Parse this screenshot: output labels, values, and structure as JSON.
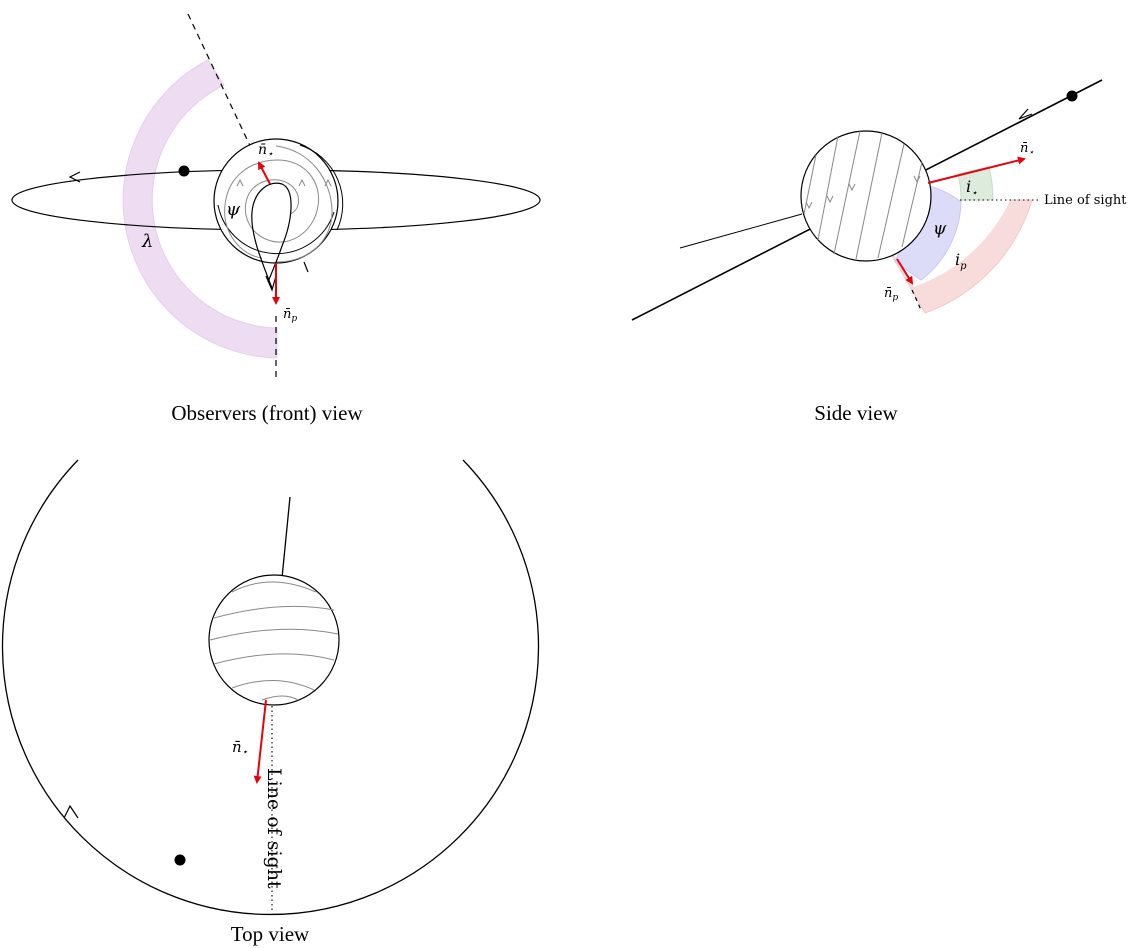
{
  "captions": {
    "front": "Observers (front) view",
    "side": "Side view",
    "top": "Top view"
  },
  "labels": {
    "n_star": "n̄",
    "n_star_sub": "⋆",
    "n_p": "n̄",
    "n_p_sub": "p",
    "psi": "ψ",
    "lambda": "λ",
    "i_star": "i",
    "i_star_sub": "⋆",
    "i_p": "i",
    "i_p_sub": "p",
    "line_of_sight": "Line of sight"
  },
  "colors": {
    "vector": "#e8000b",
    "lambda_band": "#eeddf2",
    "psi_wedge": "#dcdcf8",
    "i_star_wedge": "#dcebdc",
    "i_p_wedge": "#f8dcdc",
    "guide_line": "#888888"
  }
}
